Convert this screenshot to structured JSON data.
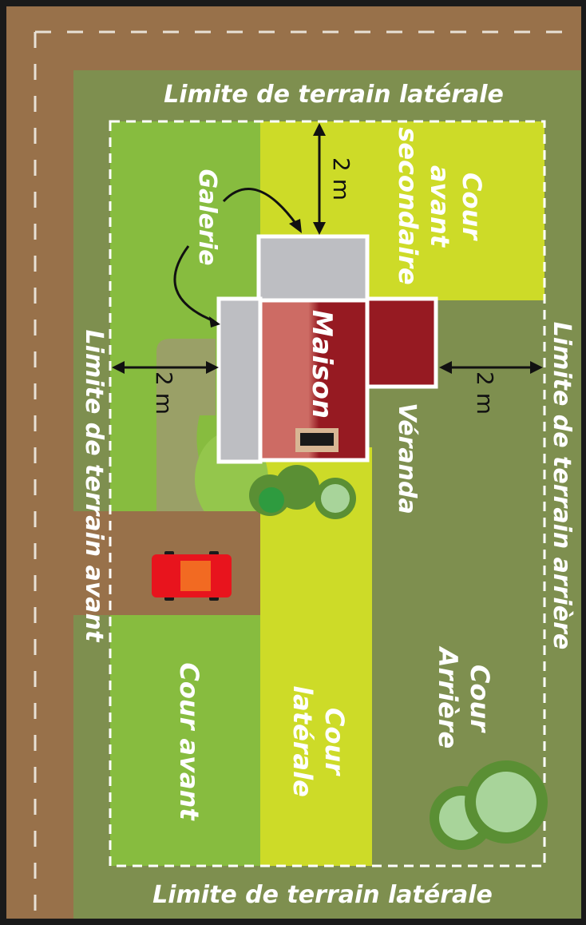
{
  "labels": {
    "top_side_line": "Limite de terrain latérale",
    "bottom_side_line": "Limite de terrain latérale",
    "front_line_1": "Limite de terrain avant",
    "rear_line": "Limite de terrain arrière",
    "secondary_front_yard_1": "Cour",
    "secondary_front_yard_2": "avant",
    "secondary_front_yard_3": "secondaire",
    "gallery": "Galerie",
    "house": "Maison",
    "veranda": "Véranda",
    "front_yard": "Cour avant",
    "side_yard_1": "Cour",
    "side_yard_2": "latérale",
    "rear_yard_1": "Cour",
    "rear_yard_2": "Arrière",
    "setback_top": "2 m",
    "setback_left": "2 m",
    "setback_right": "2 m"
  },
  "colors": {
    "road": "#98714a",
    "lot": "#7e8f4f",
    "front_yard": "#87bc3f",
    "side_yard": "#cddb28",
    "rear_yard": "#7e8f4f",
    "house_light": "#cd6b64",
    "house_dark": "#961a22",
    "gallery": "#bdbec2",
    "car": "#e8141d",
    "path": "#9aa067"
  }
}
